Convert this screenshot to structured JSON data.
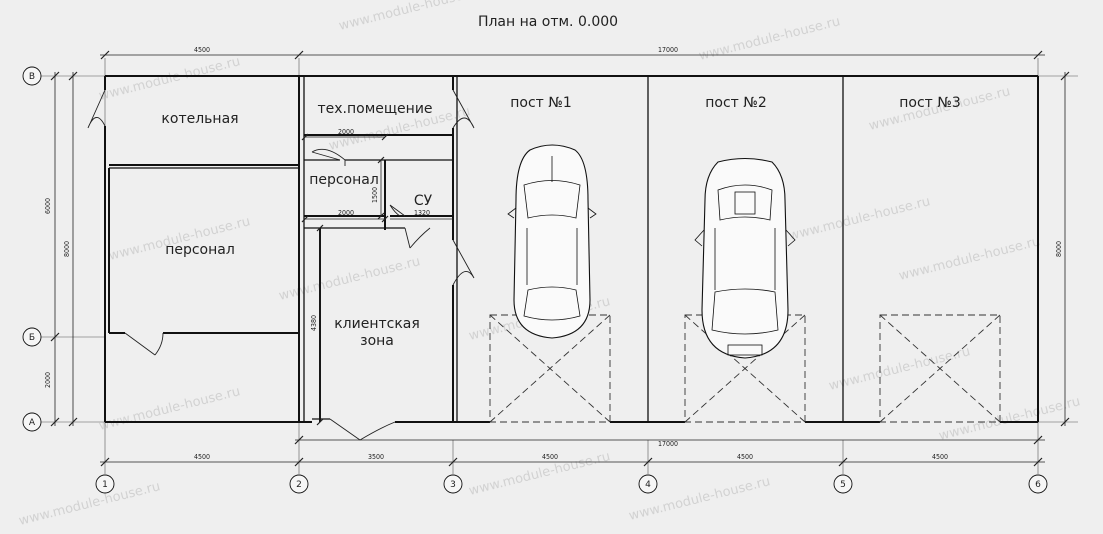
{
  "title": "План на отм. 0.000",
  "rooms": {
    "boiler": "котельная",
    "tech": "тех.помещение",
    "staff_small": "персонал",
    "wc": "СУ",
    "staff_large": "персонал",
    "client_line1": "клиентская",
    "client_line2": "зона",
    "post1": "пост №1",
    "post2": "пост №2",
    "post3": "пост №3"
  },
  "axes": {
    "columns": [
      "1",
      "2",
      "3",
      "4",
      "5",
      "6"
    ],
    "rows": [
      "В",
      "Б",
      "А"
    ]
  },
  "dimensions": {
    "top_4500": "4500",
    "top_17000": "17000",
    "bottom_4500_1": "4500",
    "bottom_3500": "3500",
    "bottom_4500_3": "4500",
    "bottom_4500_4": "4500",
    "bottom_4500_5": "4500",
    "bottom_17000": "17000",
    "left_6000": "6000",
    "left_8000": "8000",
    "left_2000": "2000",
    "right_8000": "8000",
    "staff_2000_top": "2000",
    "staff_2000_bottom": "2000",
    "staff_1500": "1500",
    "wc_1320": "1320",
    "client_4380": "4380"
  },
  "watermark": "www.module-house.ru"
}
